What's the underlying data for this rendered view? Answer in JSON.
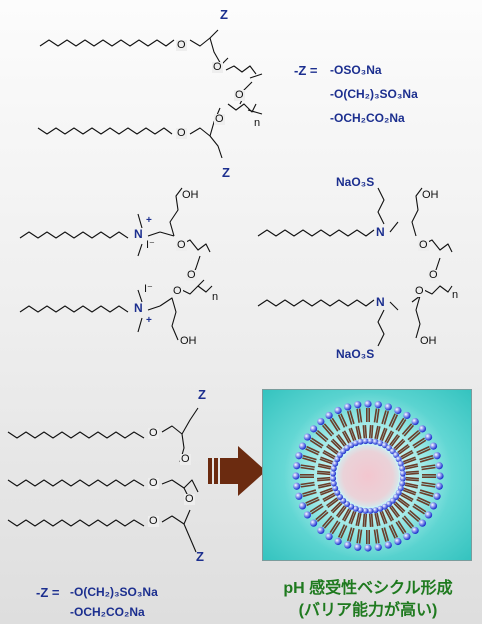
{
  "labels": {
    "z": "Z",
    "z_eq": "-Z =",
    "o": "O",
    "n": "n",
    "ch": "–",
    "n_amine": "N",
    "plus": "+",
    "iodide": "I⁻",
    "iodide2": "I⁻",
    "oh": "OH",
    "nao3s": "NaO₃S",
    "oso3na": "-OSO₃Na",
    "o_ch2_3_so3na": "-O(CH₂)₃SO₃Na",
    "och2co2na": "-OCH₂CO₂Na"
  },
  "captions": {
    "line1": "pH 感受性ベシクル形成",
    "line2": "(バリア能力が高い)"
  },
  "colors": {
    "label_blue": "#1c2f8f",
    "caption_green": "#1f7a1f",
    "arrow_brown": "#6b2b10",
    "vesicle_bg": "#5fd8d4",
    "lipid_head": "#1a2ecc",
    "lipid_tail": "#6a3d2a"
  }
}
